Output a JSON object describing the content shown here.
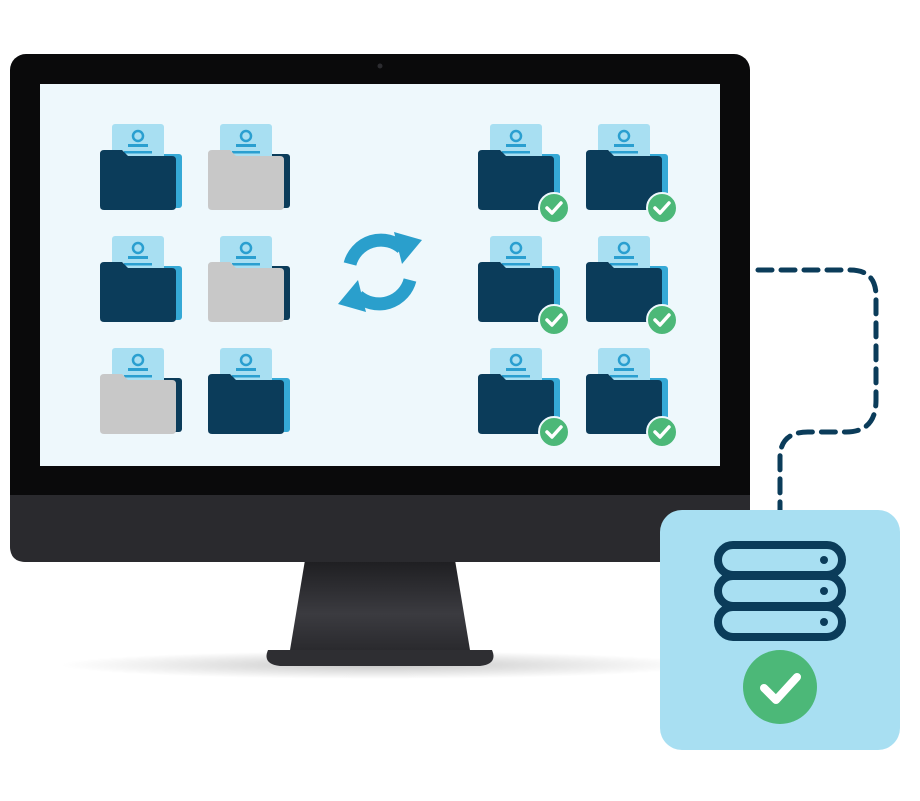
{
  "colors": {
    "screen_bg": "#EEF8FC",
    "bezel": "#0A0A0B",
    "chin": "#2A2A2E",
    "stand": "#3A3A3E",
    "folder_dark": "#0B3C5A",
    "folder_gray": "#C8C8C8",
    "folder_back_accent": "#35A9D6",
    "doc": "#A8DFF2",
    "doc_lines": "#2A9FD0",
    "sync": "#2A9FCC",
    "check_green": "#4CB878",
    "server_panel": "#A8DFF2",
    "server_dark": "#0B3C5A",
    "dashed_line": "#0B3C5A"
  },
  "icons": {
    "sync": "sync-arrows-icon",
    "folder": "folder-document-icon",
    "check": "check-badge-icon",
    "server": "server-stack-icon"
  },
  "left_folders": [
    {
      "tone": "dark"
    },
    {
      "tone": "gray"
    },
    {
      "tone": "dark"
    },
    {
      "tone": "gray"
    },
    {
      "tone": "gray"
    },
    {
      "tone": "dark"
    }
  ],
  "right_folders": [
    {
      "tone": "dark",
      "synced": true
    },
    {
      "tone": "dark",
      "synced": true
    },
    {
      "tone": "dark",
      "synced": true
    },
    {
      "tone": "dark",
      "synced": true
    },
    {
      "tone": "dark",
      "synced": true
    },
    {
      "tone": "dark",
      "synced": true
    }
  ],
  "server": {
    "racks": 3,
    "verified": true
  }
}
